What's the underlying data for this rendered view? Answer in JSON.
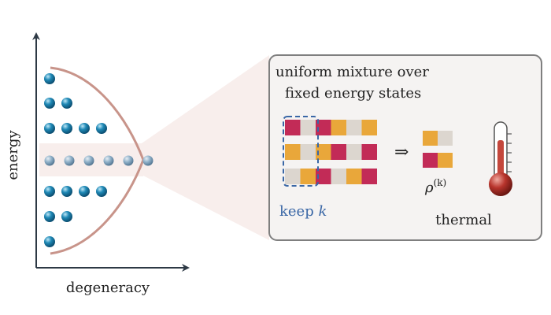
{
  "axes": {
    "y_label": "energy",
    "x_label": "degeneracy"
  },
  "energy_levels": {
    "ball_counts_top_to_bottom": [
      1,
      2,
      4,
      6,
      4,
      2,
      1
    ],
    "highlighted_level_index": 3
  },
  "panel": {
    "title_line1": "uniform mixture over",
    "title_line2": "fixed energy states",
    "keep_label_text": "keep ",
    "keep_label_var": "k",
    "implies_symbol": "⇒",
    "rho_label": "ρ",
    "rho_superscript": "(k)",
    "thermal_label": "thermal",
    "state_rows": [
      [
        "magenta",
        "gray",
        "magenta",
        "orange",
        "gray",
        "orange"
      ],
      [
        "orange",
        "gray",
        "orange",
        "magenta",
        "gray",
        "magenta"
      ],
      [
        "gray",
        "orange",
        "magenta",
        "gray",
        "orange",
        "magenta"
      ]
    ],
    "reduced_rows": [
      [
        "orange",
        "gray"
      ],
      [
        "magenta",
        "orange"
      ]
    ]
  },
  "colors": {
    "magenta": "#c22b57",
    "orange": "#e9a73a",
    "gray": "#dcd6cf",
    "ball_main": "#1f89b6",
    "ball_highlight": "#8fb0c8",
    "curve": "#c8948a",
    "panel_bg": "#f5f3f2",
    "panel_border": "#7f7f7f",
    "dashed_box": "#3a67a6",
    "thermometer_red": "#c4473c",
    "axis": "#2d3945"
  },
  "icons": {
    "thermometer": "thermometer-icon",
    "implies": "implies-arrow-icon"
  }
}
